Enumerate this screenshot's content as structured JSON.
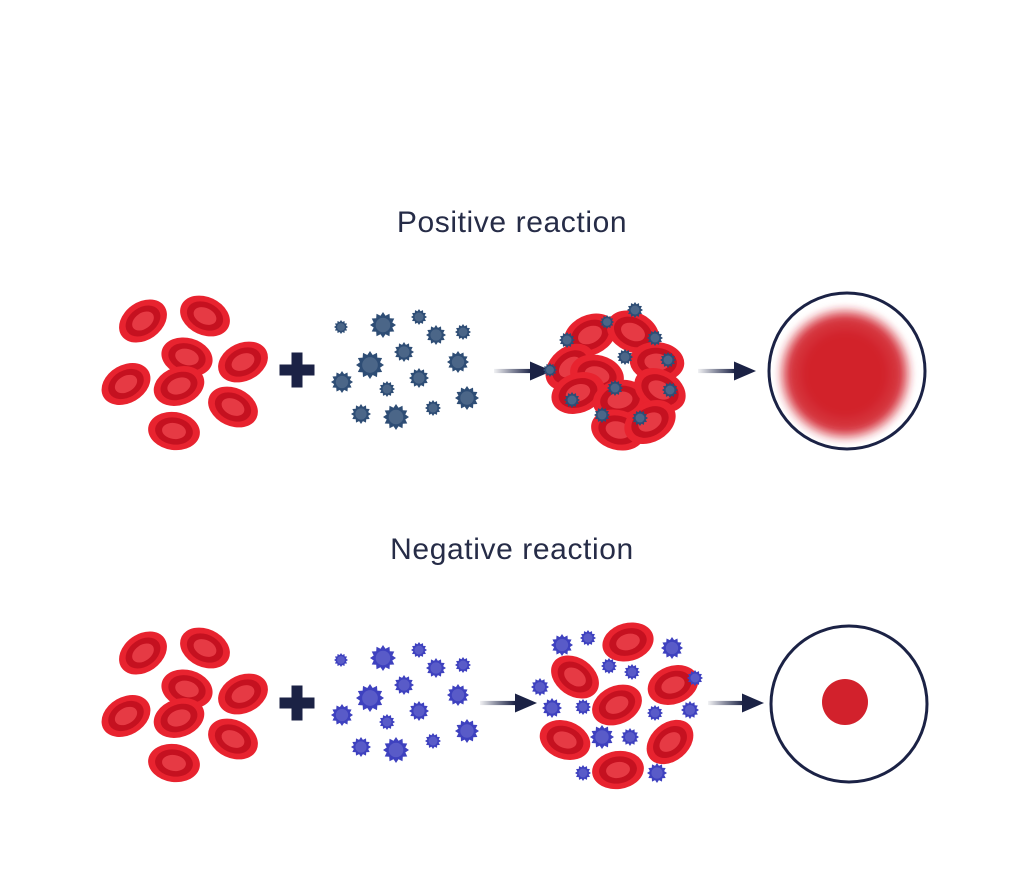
{
  "sections": {
    "positive": {
      "title": "Positive reaction",
      "operator": "+",
      "steps": [
        "red-blood-cells",
        "antibodies",
        "agglutinated-cells",
        "positive-result-well"
      ]
    },
    "negative": {
      "title": "Negative reaction",
      "operator": "+",
      "steps": [
        "red-blood-cells",
        "antibodies",
        "non-agglutinated-mixture",
        "negative-result-well"
      ]
    }
  },
  "icons": {
    "rbc": "red-blood-cell-oval",
    "antibody": "spiky-circle",
    "arrow": "right-arrow",
    "operator": "plus-cross"
  },
  "colors": {
    "background": "#ffffff",
    "navy": "#1b2245",
    "title_text": "#262c47",
    "rbc_base": "#e8232f",
    "rbc_ring": "#c51120",
    "rbc_center": "#e63a44",
    "antibody_steel_blue": "#2e4d75",
    "antibody_indigo": "#3e41bf",
    "result_red": "#d2212c",
    "result_dot_red": "#d2212c",
    "well_outline": "#1b2245",
    "well_fill": "#ffffff"
  }
}
